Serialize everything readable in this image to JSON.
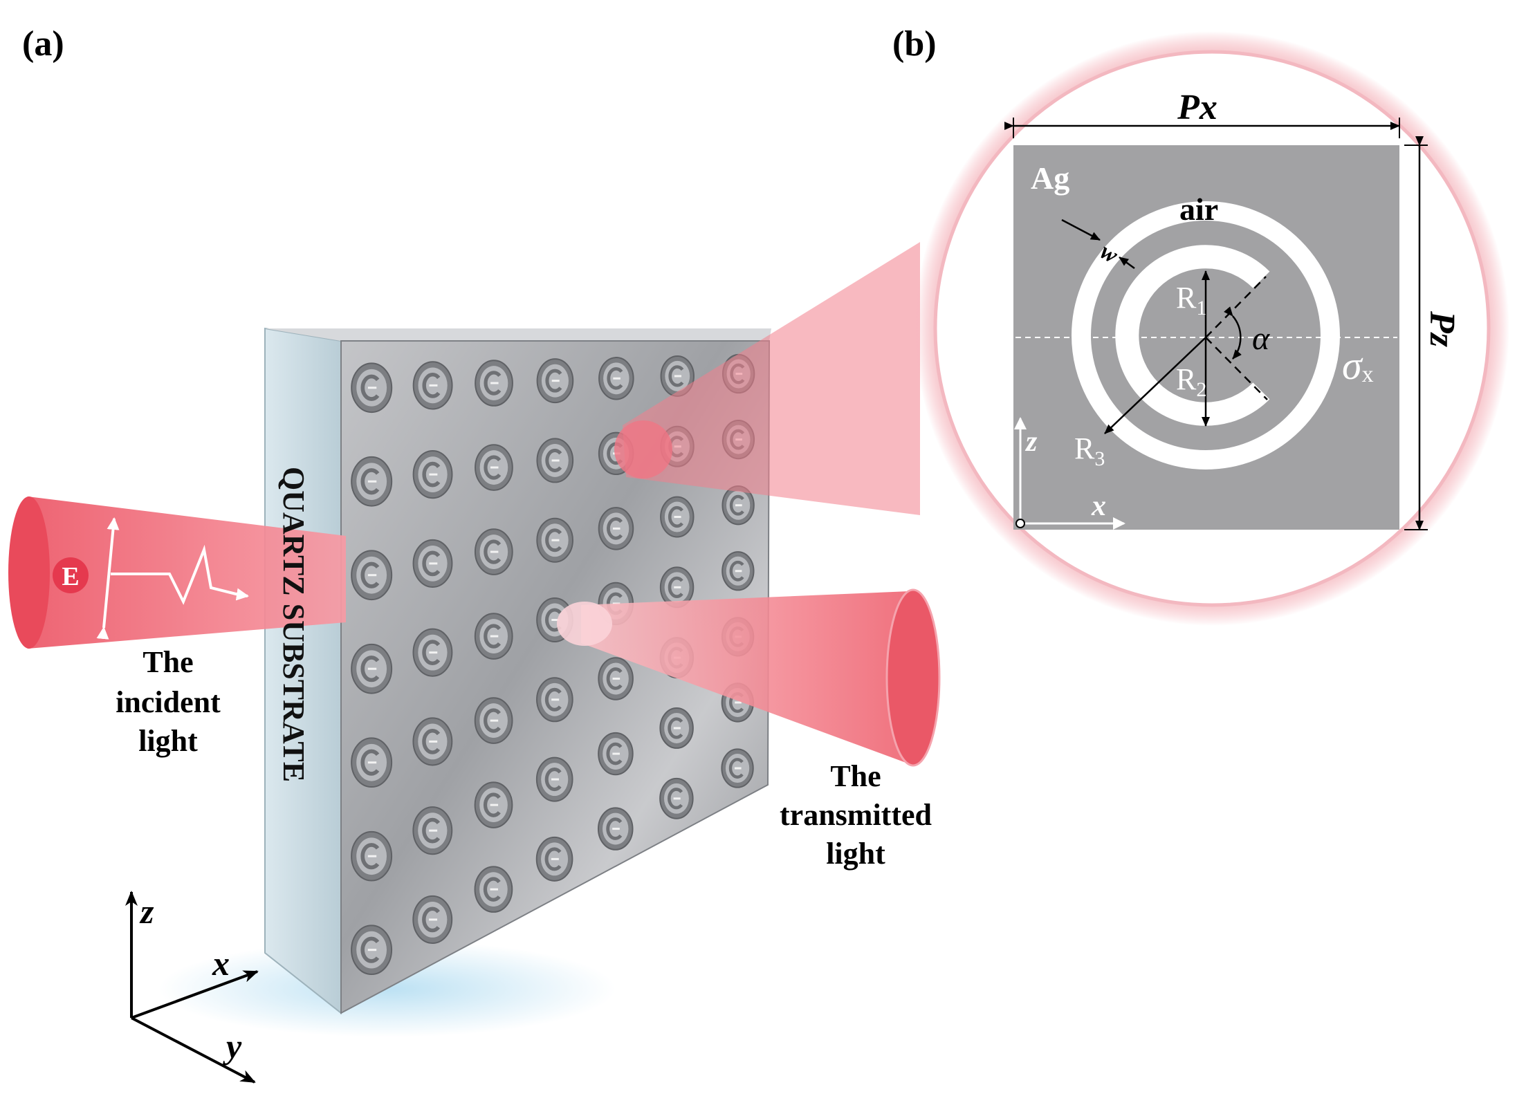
{
  "panels": {
    "a": {
      "tag": "(a)",
      "substrate_label": "QUARTZ SUBSTRATE",
      "field_label": "E",
      "incident": [
        "The",
        "incident",
        "light"
      ],
      "transmitted": [
        "The",
        "transmitted",
        "light"
      ],
      "axes": {
        "z": "z",
        "x": "x",
        "y": "y"
      },
      "array": {
        "rows": 7,
        "cols": 7
      }
    },
    "b": {
      "tag": "(b)",
      "period_x": "Px",
      "period_z": "Pz",
      "metal": "Ag",
      "air": "air",
      "width": "w",
      "r1": "R",
      "r1_sub": "1",
      "r2": "R",
      "r2_sub": "2",
      "r3": "R",
      "r3_sub": "3",
      "angle": "α",
      "sigma": "σ",
      "sigma_sub": "x",
      "axes": {
        "z": "z",
        "x": "x"
      }
    }
  },
  "colors": {
    "beam": "#f0606e",
    "metal": "#a6a7aa",
    "cell_background": "#a2a2a4",
    "ring": "#ffffff",
    "glow": "#f6b3bb"
  }
}
